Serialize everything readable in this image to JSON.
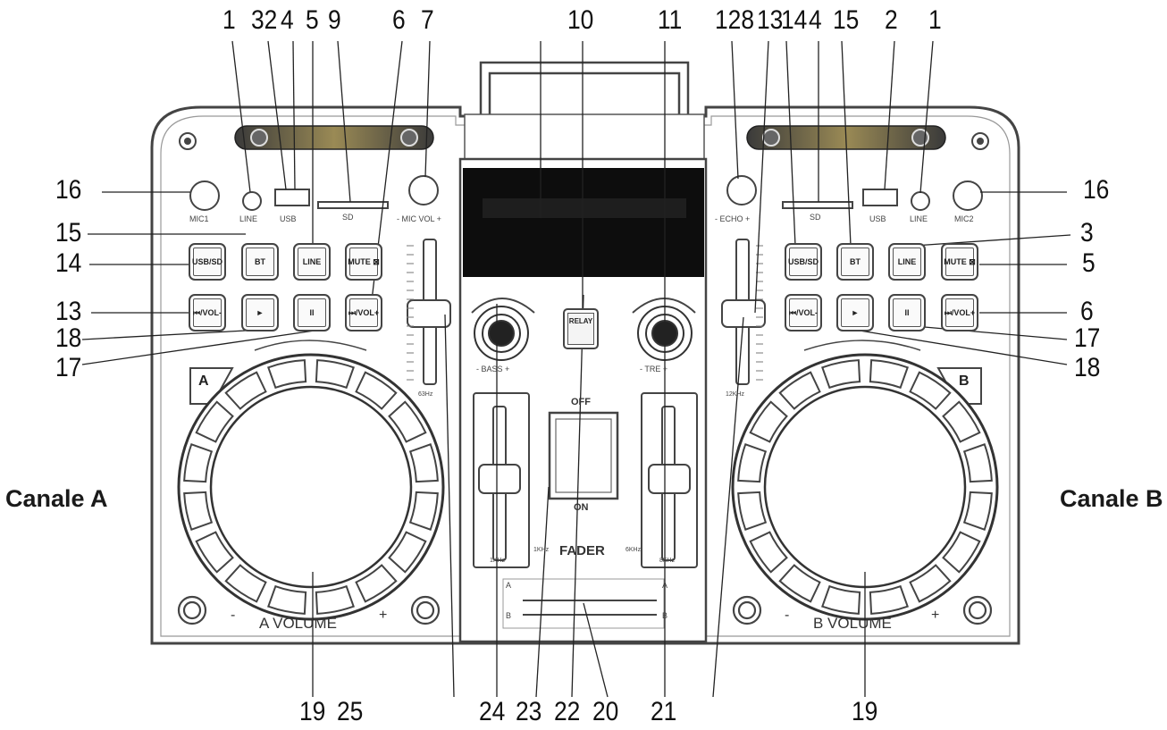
{
  "callouts_top": [
    "1",
    "32",
    "4",
    "5",
    "9",
    "6",
    "7",
    "10",
    "11",
    "128",
    "13",
    "14",
    "4",
    "15",
    "2",
    "1"
  ],
  "callouts_left": [
    "16",
    "15",
    "14",
    "13",
    "18",
    "17"
  ],
  "callouts_right": [
    "16",
    "3",
    "5",
    "6",
    "17",
    "18"
  ],
  "callouts_bottom": [
    "19",
    "25",
    "24",
    "23",
    "22",
    "20",
    "21",
    "19"
  ],
  "channel_labels": {
    "a": "Canale A",
    "b": "Canale B"
  },
  "deck_a": {
    "mic_label": "MIC1",
    "line_label": "LINE",
    "usb_label": "USB",
    "sd_label": "SD",
    "knob_label": "- MIC VOL +",
    "slider_label": "63Hz",
    "jog_badge": "A",
    "volume_label": "A VOLUME",
    "minus": "-",
    "plus": "+",
    "buttons": [
      "USB/SD",
      "BT",
      "LINE",
      "MUTE ⊠",
      "⏮/VOL-",
      "►",
      "II",
      "⏭/VOL+"
    ]
  },
  "deck_b": {
    "mic_label": "MIC2",
    "line_label": "LINE",
    "usb_label": "USB",
    "sd_label": "SD",
    "knob_label": "- ECHO +",
    "slider_label": "12KHz",
    "jog_badge": "B",
    "volume_label": "B VOLUME",
    "minus": "-",
    "plus": "+",
    "buttons": [
      "USB/SD",
      "BT",
      "LINE",
      "MUTE ⊠",
      "⏮/VOL-",
      "►",
      "II",
      "⏭/VOL+"
    ]
  },
  "center": {
    "bass_label": "- BASS +",
    "treble_label": "- TRE +",
    "relay_label": "RELAY",
    "switch_off": "OFF",
    "switch_on": "ON",
    "fader_label": "FADER",
    "eq_left_label": "1KHz",
    "eq_left_mid": "1KHz",
    "eq_right_mid": "6KHz",
    "eq_right_label": "8KHz",
    "cross_a": "A",
    "cross_b": "B"
  }
}
